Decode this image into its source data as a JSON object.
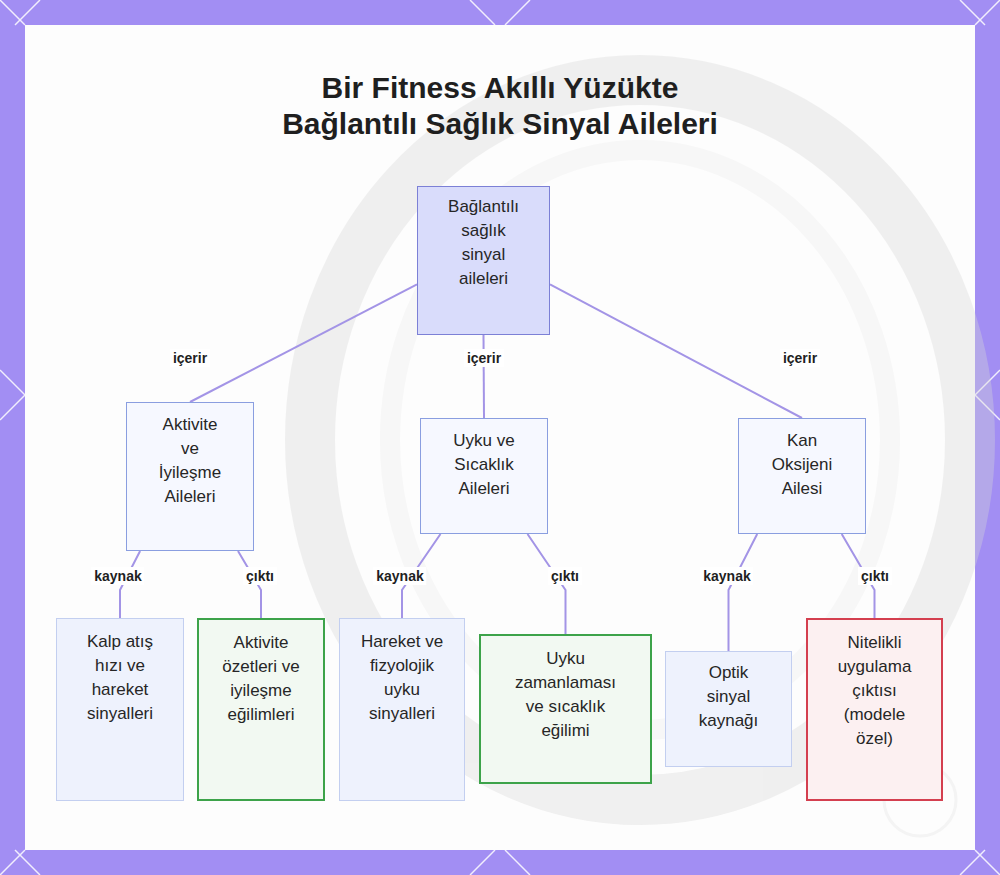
{
  "diagram": {
    "title": "Bir Fitness Akıllı Yüzükte Bağlantılı Sağlık Sinyal Aileleri",
    "nodes": [
      {
        "text": [
          "Bağlantılı sağlık sinyal aileleri"
        ]
      },
      {
        "text": [
          "Aktivite ve İyileşme Aileleri"
        ]
      },
      {
        "text": [
          "Uyku ve Sıcaklık Aileleri"
        ]
      },
      {
        "text": [
          "Kan Oksijeni Ailesi"
        ]
      },
      {
        "text": [
          "Kalp atış hızı ve hareket sinyalleri"
        ]
      },
      {
        "text": [
          "Aktivite özetleri ve iyileşme eğilimleri"
        ]
      },
      {
        "text": [
          "Hareket ve fizyolojik uyku sinyalleri"
        ]
      },
      {
        "text": [
          "Uyku zamanlaması ve sıcaklık eğilimi"
        ]
      },
      {
        "text": [
          "Optik sinyal kaynağı"
        ]
      },
      {
        "text": [
          "Nitelikli uygulama çıktısı (modele özel)"
        ]
      }
    ],
    "edges": [
      {
        "from": 0,
        "to": 1,
        "label": "içerir",
        "arrow": "none"
      },
      {
        "from": 0,
        "to": 2,
        "label": "içerir",
        "arrow": "none"
      },
      {
        "from": 0,
        "to": 3,
        "label": "içerir",
        "arrow": "none"
      },
      {
        "from": 1,
        "to": 4,
        "label": "kaynak",
        "arrow": "none"
      },
      {
        "from": 1,
        "to": 5,
        "label": "çıktı",
        "arrow": "none"
      },
      {
        "from": 2,
        "to": 6,
        "label": "kaynak",
        "arrow": "none"
      },
      {
        "from": 2,
        "to": 7,
        "label": "çıktı",
        "arrow": "none"
      },
      {
        "from": 3,
        "to": 8,
        "label": "kaynak",
        "arrow": "none"
      },
      {
        "from": 3,
        "to": 9,
        "label": "çıktı",
        "arrow": "none"
      }
    ]
  }
}
